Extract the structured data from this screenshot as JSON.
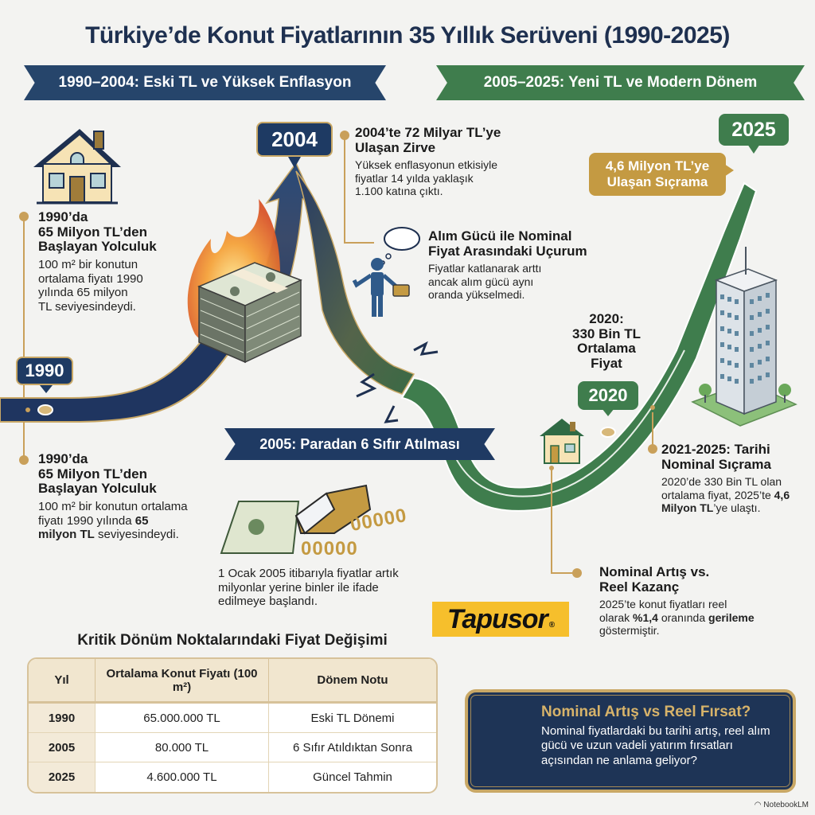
{
  "title": "Türkiye’de Konut Fiyatlarının 35 Yıllık Serüveni (1990-2025)",
  "ribbons": {
    "left": "1990–2004: Eski TL ve Yüksek Enflasyon",
    "right": "2005–2025: Yeni TL ve Modern Dönem",
    "mid": "2005: Paradan 6 Sıfır Atılması"
  },
  "markers": {
    "y1990": "1990",
    "y2004": "2004",
    "y2020": "2020",
    "y2025": "2025",
    "jump_bubble_line1": "4,6 Milyon TL’ye",
    "jump_bubble_line2": "Ulaşan Sıçrama"
  },
  "blocks": {
    "start_top": {
      "title_lines": [
        "1990’da",
        "65 Milyon TL’den",
        "Başlayan Yolculuk"
      ],
      "body_lines": [
        "100 m² bir konutun",
        "ortalama fiyatı 1990",
        "yılında 65 milyon",
        "TL seviyesindeydi."
      ]
    },
    "start_bottom": {
      "title_lines": [
        "1990’da",
        "65 Milyon TL’den",
        "Başlayan Yolculuk"
      ],
      "body_pre": "100 m² bir konutun ortalama fiyatı 1990 yılında ",
      "body_bold": "65 milyon TL",
      "body_post": " seviyesindeydi."
    },
    "peak": {
      "title_lines": [
        "2004’te 72 Milyar TL’ye",
        "Ulaşan Zirve"
      ],
      "body_lines": [
        "Yüksek enflasyonun etkisiyle",
        "fiyatlar 14 yılda yaklaşık",
        "1.100 katına çıktı."
      ]
    },
    "gap": {
      "title_lines": [
        "Alım Gücü ile Nominal",
        "Fiyat Arasındaki Uçurum"
      ],
      "body_lines": [
        "Fiyatlar katlanarak arttı",
        "ancak alım gücü aynı",
        "oranda yükselmedi."
      ]
    },
    "redenomination": {
      "body_lines": [
        "1 Ocak 2005 itibarıyla fiyatlar artık",
        "milyonlar yerine binler ile ifade",
        "edilmeye başlandı."
      ],
      "zeros_1": "00000",
      "zeros_2": "00000"
    },
    "avg2020": {
      "title_lines": [
        "2020:",
        "330 Bin TL",
        "Ortalama",
        "Fiyat"
      ]
    },
    "jump": {
      "title_lines": [
        "2021-2025: Tarihi",
        "Nominal Sıçrama"
      ],
      "body_pre": "2020’de 330 Bin TL olan ortalama fiyat, 2025’te ",
      "body_bold": "4,6 Milyon TL",
      "body_post": "’ye ulaştı."
    },
    "real": {
      "title_lines": [
        "Nominal Artış vs.",
        "Reel Kazanç"
      ],
      "body_pre": "2025’te konut fiyatları reel olarak ",
      "body_bold1": "%1,4",
      "body_mid": " oranında ",
      "body_bold2": "gerileme",
      "body_post": " göstermiştir."
    }
  },
  "logo": "Tapusor",
  "logo_mark": "®",
  "table": {
    "title": "Kritik Dönüm Noktalarındaki Fiyat Değişimi",
    "headers": [
      "Yıl",
      "Ortalama Konut Fiyatı (100 m²)",
      "Dönem Notu"
    ],
    "rows": [
      {
        "year": "1990",
        "price": "65.000.000 TL",
        "note": "Eski TL Dönemi"
      },
      {
        "year": "2005",
        "price": "80.000 TL",
        "note": "6 Sıfır Atıldıktan Sonra"
      },
      {
        "year": "2025",
        "price": "4.600.000 TL",
        "note": "Güncel Tahmin"
      }
    ]
  },
  "cta": {
    "title": "Nominal Artış vs Reel Fırsat?",
    "body": "Nominal fiyatlardaki bu tarihi artış, reel alım gücü ve uzun vadeli yatırım fırsatları açısından ne anlama geliyor?"
  },
  "footer": "NotebookLM",
  "colors": {
    "navy": "#1e3a63",
    "green": "#3f7d4d",
    "gold": "#c9a05a",
    "logo_yellow": "#f6bf2c"
  },
  "chart_data": {
    "type": "line",
    "title": "Türkiye’de Konut Fiyatlarının 35 Yıllık Serüveni (1990-2025)",
    "xlabel": "Yıl",
    "ylabel": "Ortalama Konut Fiyatı (100 m²)",
    "series": [
      {
        "name": "Eski TL",
        "x": [
          "1990",
          "2004"
        ],
        "values": [
          65000000,
          72000000000
        ]
      },
      {
        "name": "Yeni TL",
        "x": [
          "2005",
          "2020",
          "2025"
        ],
        "values": [
          80000,
          330000,
          4600000
        ]
      }
    ]
  }
}
